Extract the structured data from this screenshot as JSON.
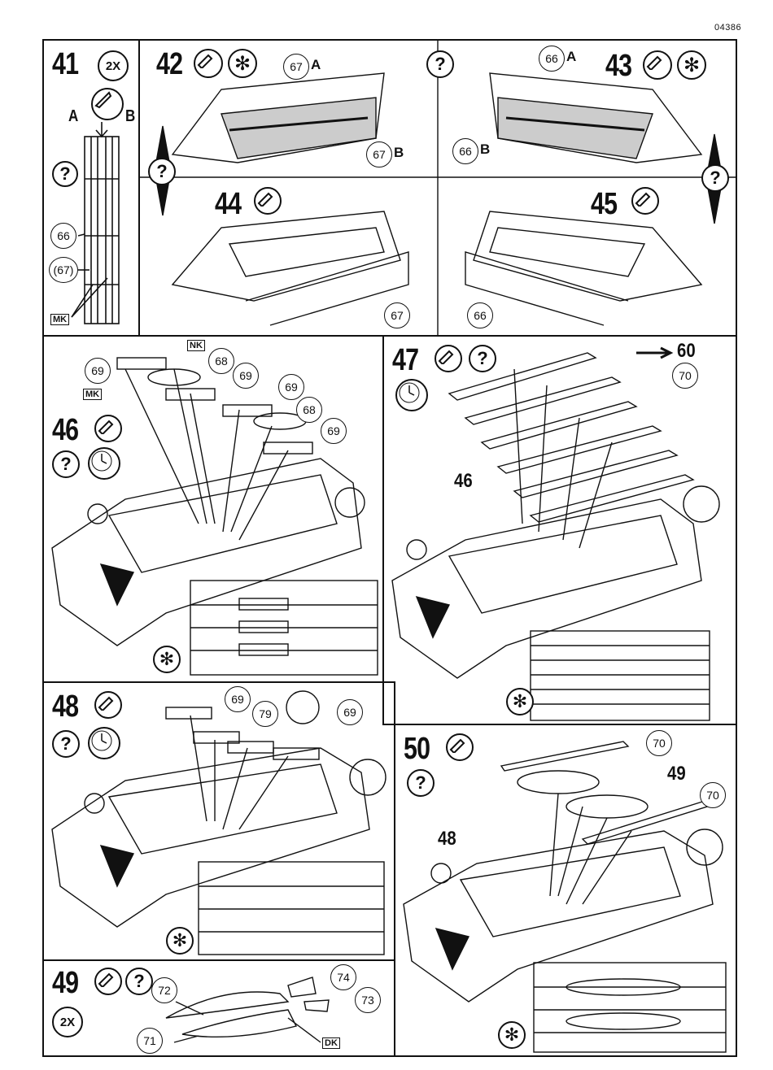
{
  "doc_code": "04386",
  "steps": {
    "s41": {
      "num": "41",
      "qty": "2X",
      "letters": [
        "A",
        "B"
      ],
      "parts": [
        "66",
        "(67)"
      ],
      "marker": "MK"
    },
    "s42": {
      "num": "42",
      "parts": [
        "67",
        "67"
      ],
      "letters": [
        "A",
        "B"
      ]
    },
    "s43": {
      "num": "43",
      "parts": [
        "66",
        "66"
      ],
      "letters": [
        "A",
        "B"
      ]
    },
    "s44": {
      "num": "44",
      "parts": [
        "67"
      ]
    },
    "s45": {
      "num": "45",
      "parts": [
        "66"
      ]
    },
    "s46": {
      "num": "46",
      "parts": [
        "69",
        "68",
        "69",
        "69",
        "68",
        "69"
      ],
      "markers": [
        "NK",
        "MK"
      ]
    },
    "s47": {
      "num": "47",
      "parts": [
        "70"
      ],
      "arrow_target": "60",
      "ref": "46"
    },
    "s48": {
      "num": "48",
      "parts": [
        "69",
        "79",
        "69"
      ]
    },
    "s49": {
      "num": "49",
      "qty": "2X",
      "parts": [
        "72",
        "74",
        "73",
        "71"
      ],
      "marker": "DK"
    },
    "s50": {
      "num": "50",
      "parts": [
        "70",
        "70"
      ],
      "refs": [
        "49",
        "48"
      ]
    }
  },
  "symbols": {
    "question": "?",
    "asterisk": "✻",
    "arrow": "→"
  }
}
